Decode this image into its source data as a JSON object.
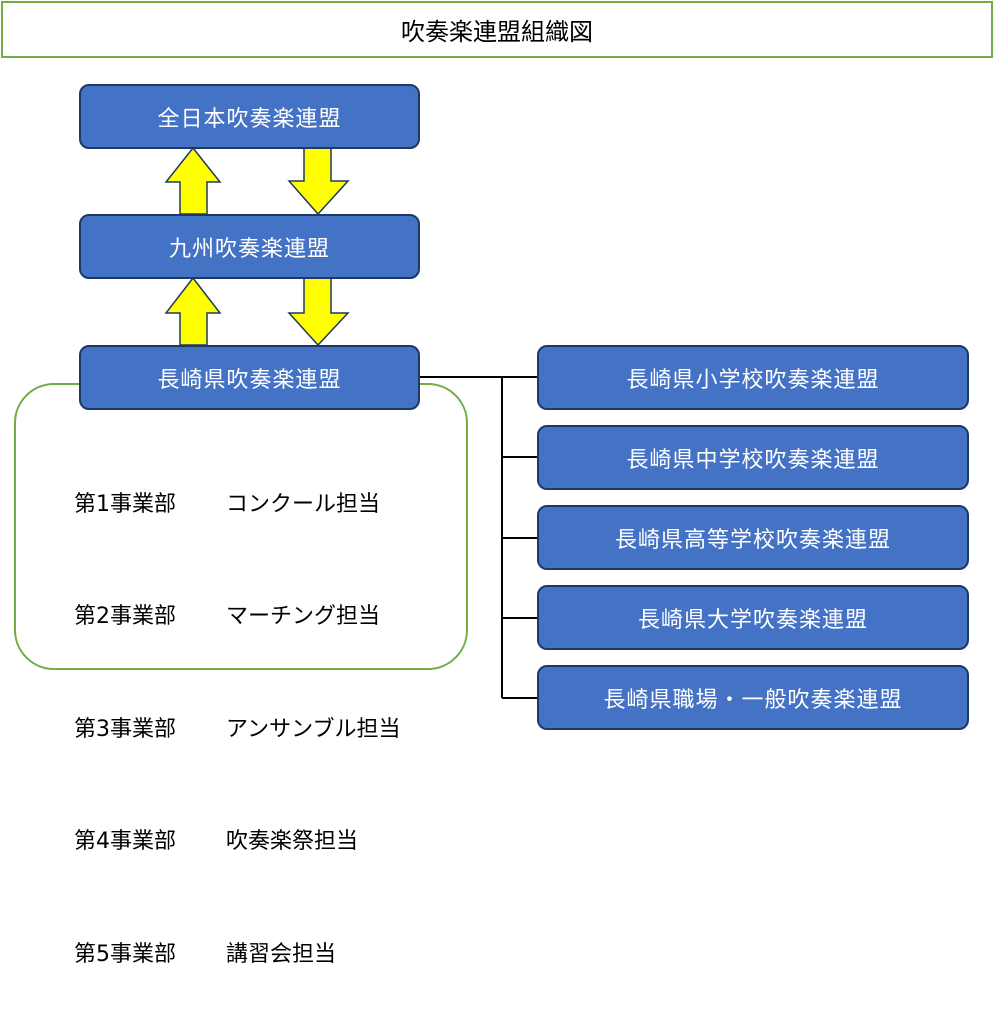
{
  "title": "吹奏楽連盟組織図",
  "hierarchy": [
    {
      "label": "全日本吹奏楽連盟"
    },
    {
      "label": "九州吹奏楽連盟"
    },
    {
      "label": "長崎県吹奏楽連盟"
    }
  ],
  "departments": [
    {
      "name": "第1事業部",
      "role": "コンクール担当"
    },
    {
      "name": "第2事業部",
      "role": "マーチング担当"
    },
    {
      "name": "第3事業部",
      "role": "アンサンブル担当"
    },
    {
      "name": "第4事業部",
      "role": "吹奏楽祭担当"
    },
    {
      "name": "第5事業部",
      "role": "講習会担当"
    }
  ],
  "sub_organizations": [
    {
      "label": "長崎県小学校吹奏楽連盟"
    },
    {
      "label": "長崎県中学校吹奏楽連盟"
    },
    {
      "label": "長崎県高等学校吹奏楽連盟"
    },
    {
      "label": "長崎県大学吹奏楽連盟"
    },
    {
      "label": "長崎県職場・一般吹奏楽連盟"
    }
  ],
  "colors": {
    "node_fill": "#4472c4",
    "node_border": "#1f3864",
    "arrow_fill": "#ffff00",
    "frame_green": "#70ad47",
    "connector": "#000000"
  }
}
